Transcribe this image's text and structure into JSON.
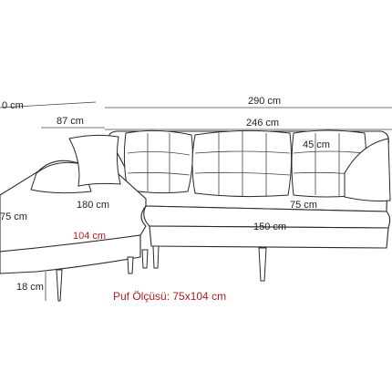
{
  "dimensions": {
    "left_depth": "0 cm",
    "chaise_back": "87 cm",
    "total_width": "290 cm",
    "back_width": "246 cm",
    "back_height": "45 cm",
    "chaise_length": "180 cm",
    "seat_depth_right": "75 cm",
    "chaise_depth": "75 cm",
    "seat_width": "150 cm",
    "pouf_length": "104 cm",
    "leg_height": "18 cm"
  },
  "pouf_note": "Puf Ölçüsü: 75x104 cm",
  "colors": {
    "text": "#1f1f1f",
    "accent_red": "#b11b1b",
    "lines": "#2a2a2a"
  }
}
